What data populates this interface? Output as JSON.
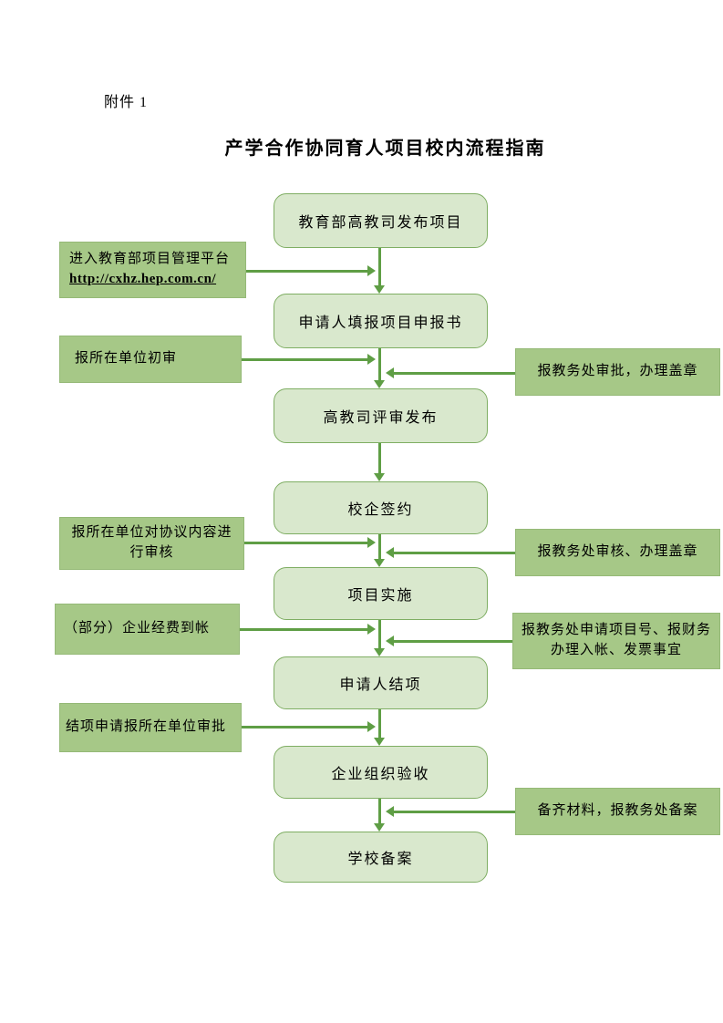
{
  "page": {
    "attachment_label": "附件 1",
    "title": "产学合作协同育人项目校内流程指南"
  },
  "flowchart": {
    "main_steps": [
      "教育部高教司发布项目",
      "申请人填报项目申报书",
      "高教司评审发布",
      "校企签约",
      "项目实施",
      "申请人结项",
      "企业组织验收",
      "学校备案"
    ],
    "left_notes": [
      {
        "line1": "进入教育部项目管理平台",
        "line2": "http://cxhz.hep.com.cn/"
      },
      {
        "text": "报所在单位初审"
      },
      {
        "line1": "报所在单位对协议内容进",
        "line2": "行审核"
      },
      {
        "text": "（部分）企业经费到帐"
      },
      {
        "text": "结项申请报所在单位审批"
      }
    ],
    "right_notes": [
      {
        "text": "报教务处审批，办理盖章"
      },
      {
        "text": "报教务处审核、办理盖章"
      },
      {
        "line1": "报教务处申请项目号、报财务",
        "line2": "办理入帐、发票事宜"
      },
      {
        "text": "备齐材料，报教务处备案"
      }
    ],
    "colors": {
      "step_fill": "#d9e8cd",
      "step_border": "#7fae63",
      "note_fill": "#a6c887",
      "note_border": "#95b977",
      "arrow": "#5f9e45"
    }
  }
}
